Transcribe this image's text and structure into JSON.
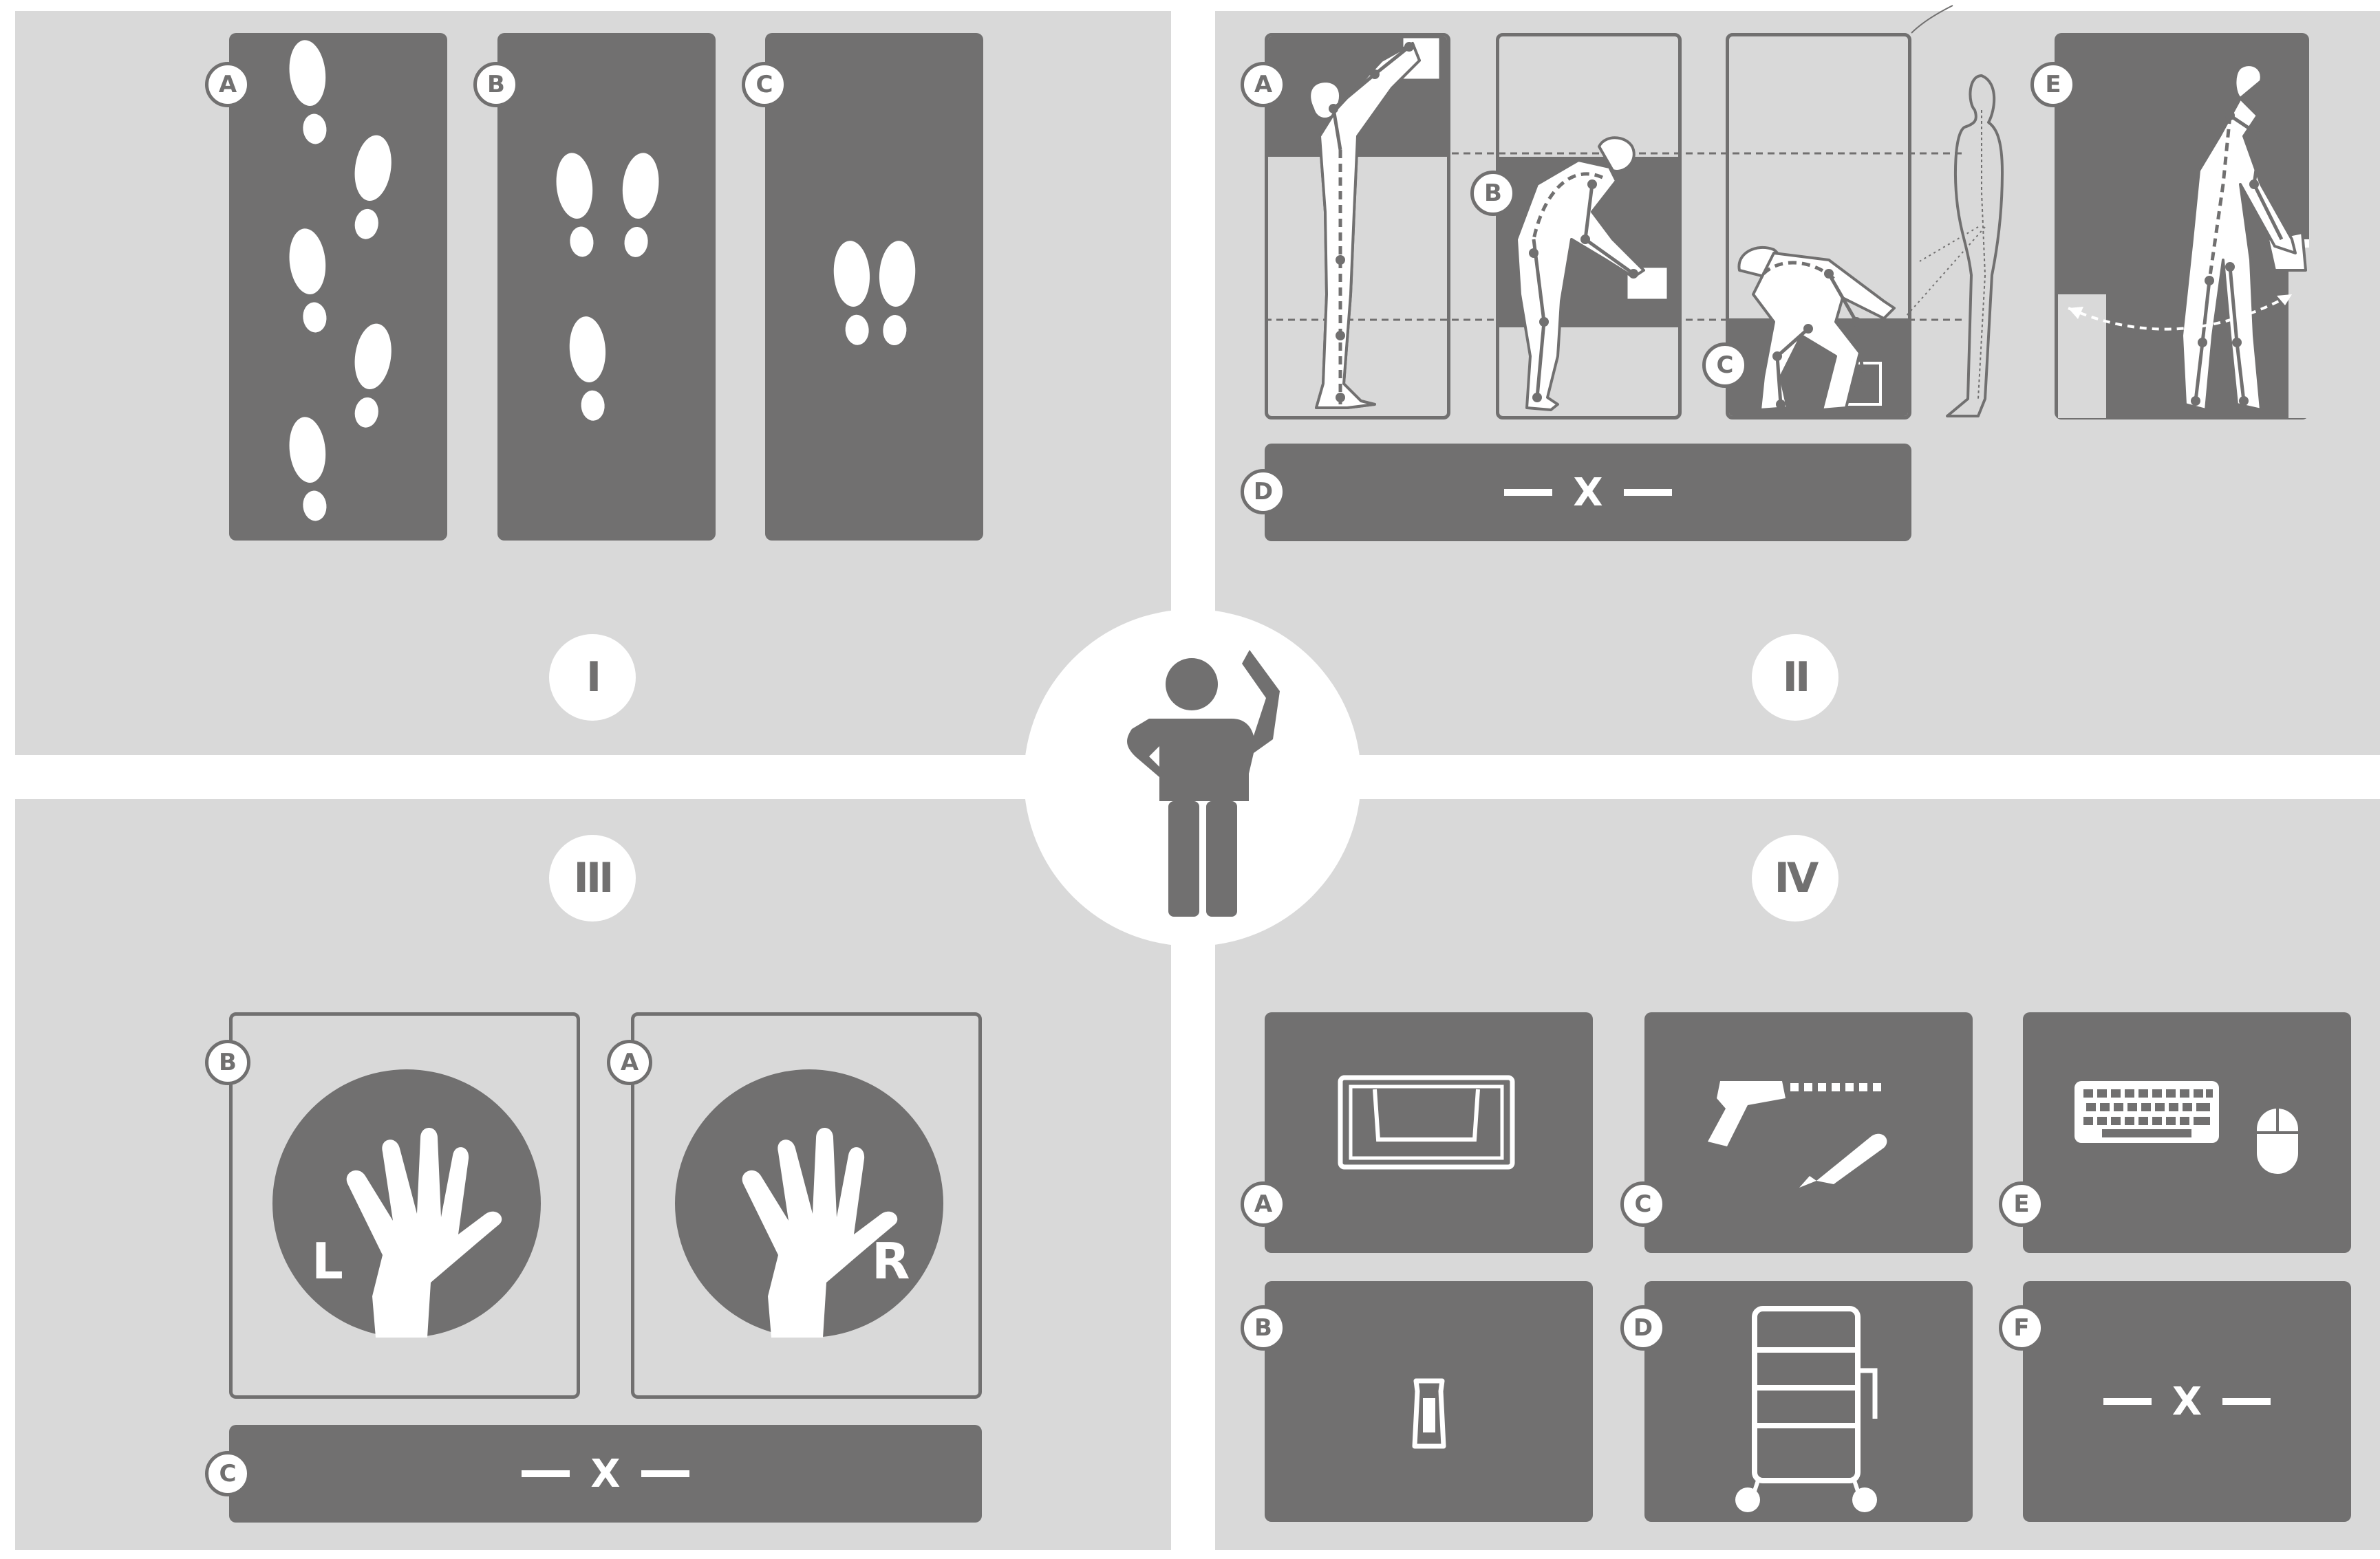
{
  "center_figure": {
    "icon": "person-thinking-icon"
  },
  "quadrants": {
    "I": {
      "numeral": "I",
      "panels": [
        {
          "label": "A",
          "icon": "walking-footprints-icon"
        },
        {
          "label": "B",
          "icon": "stepping-footprints-icon"
        },
        {
          "label": "C",
          "icon": "standing-footprints-icon"
        }
      ]
    },
    "II": {
      "numeral": "II",
      "panels": [
        {
          "label": "A",
          "icon": "reaching-overhead-posture-icon"
        },
        {
          "label": "B",
          "icon": "bending-posture-icon"
        },
        {
          "label": "C",
          "icon": "squatting-posture-icon"
        },
        {
          "label": "E",
          "icon": "twisting-posture-icon"
        }
      ],
      "bar": {
        "label": "D",
        "text": "X"
      }
    },
    "III": {
      "numeral": "III",
      "panels": [
        {
          "label": "B",
          "icon": "left-hand-icon",
          "letter": "L"
        },
        {
          "label": "A",
          "icon": "right-hand-icon",
          "letter": "R"
        }
      ],
      "bar": {
        "label": "C",
        "text": "X"
      }
    },
    "IV": {
      "numeral": "IV",
      "panels": [
        {
          "label": "A",
          "icon": "tray-container-icon"
        },
        {
          "label": "C",
          "icon": "scanner-and-cutter-icon"
        },
        {
          "label": "E",
          "icon": "keyboard-and-mouse-icon"
        },
        {
          "label": "B",
          "icon": "small-handheld-device-icon"
        },
        {
          "label": "D",
          "icon": "trolley-cart-icon"
        },
        {
          "label": "F",
          "text": "X"
        }
      ]
    }
  },
  "colors": {
    "background": "#d9d9d9",
    "panel": "#717070",
    "foreground": "#ffffff"
  }
}
